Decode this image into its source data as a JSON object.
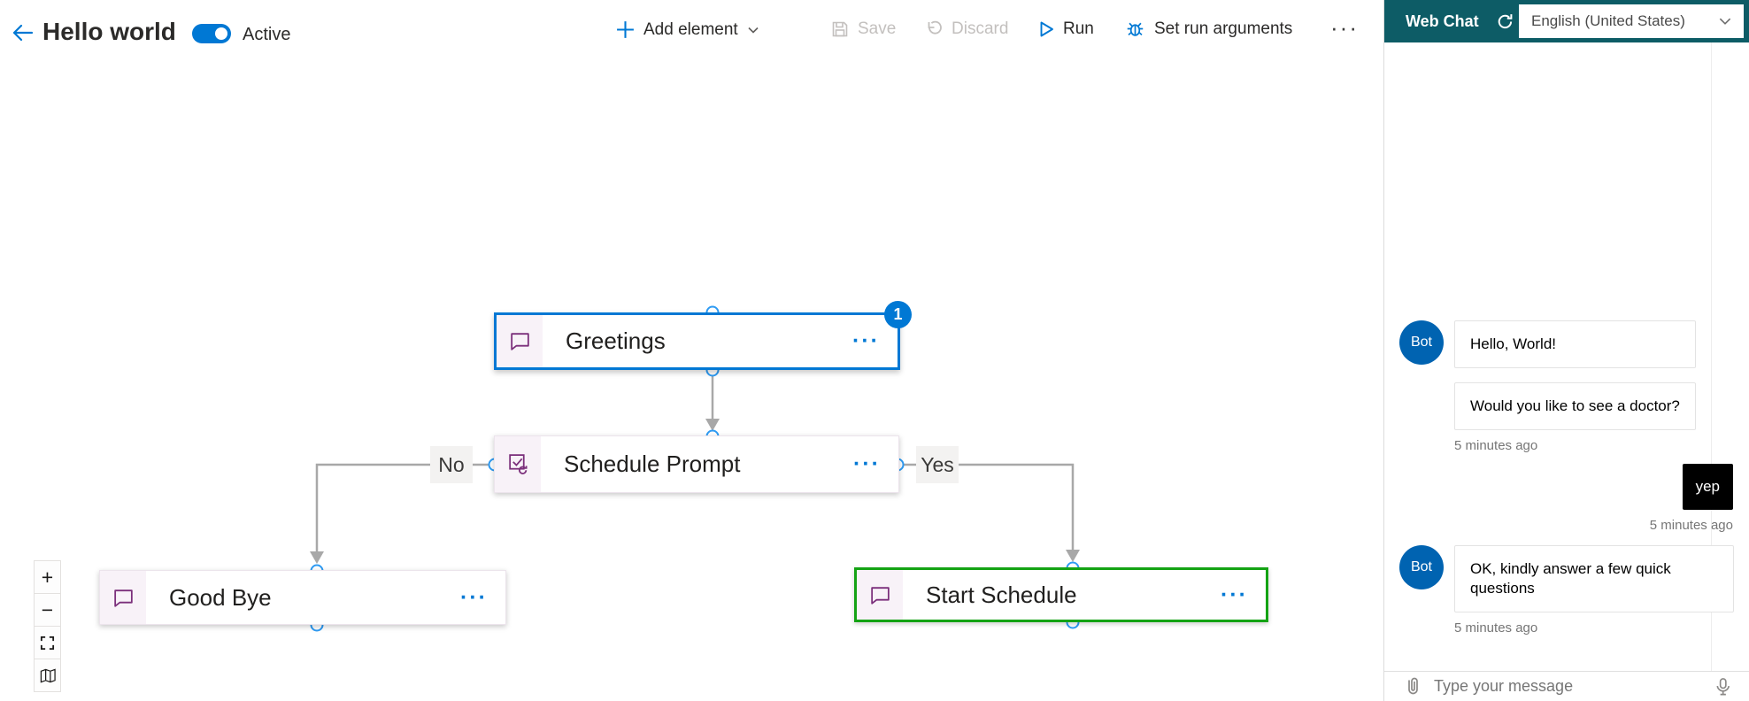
{
  "header": {
    "title": "Hello world",
    "status_label": "Active",
    "toolbar": {
      "add_element": "Add element",
      "save": "Save",
      "discard": "Discard",
      "run": "Run",
      "set_run_arguments": "Set run arguments",
      "more": "···"
    }
  },
  "canvas": {
    "nodes": [
      {
        "label": "Greetings",
        "state": "selected",
        "icon": "message-icon"
      },
      {
        "label": "Schedule Prompt",
        "state": "default",
        "icon": "prompt-icon"
      },
      {
        "label": "Good Bye",
        "state": "default",
        "icon": "message-icon"
      },
      {
        "label": "Start Schedule",
        "state": "active",
        "icon": "message-icon"
      }
    ],
    "badge": "1",
    "branch_no": "No",
    "branch_yes": "Yes",
    "node_menu": "···"
  },
  "zoom_controls": {
    "zoom_in": "+",
    "zoom_out": "−",
    "fit_icon": "fit-screen-icon",
    "map_icon": "minimap-icon"
  },
  "webchat": {
    "title": "Web Chat",
    "refresh_icon": "refresh-icon",
    "language": "English (United States)",
    "messages": [
      {
        "from": "bot",
        "avatar": "Bot",
        "texts": [
          "Hello, World!",
          "Would you like to see a doctor?"
        ],
        "timestamp": "5 minutes ago"
      },
      {
        "from": "user",
        "text": "yep",
        "timestamp": "5 minutes ago"
      },
      {
        "from": "bot",
        "avatar": "Bot",
        "texts": [
          "OK, kindly answer a few quick questions"
        ],
        "timestamp": "5 minutes ago"
      }
    ],
    "input": {
      "placeholder": "Type your message",
      "attach_icon": "paperclip-icon",
      "mic_icon": "microphone-icon"
    }
  },
  "colors": {
    "accent": "#0078d4",
    "selected_border": "#0078d4",
    "active_border": "#14a314",
    "port": "#2e9bf3",
    "connector": "#a8a8a8",
    "icon_purple": "#7b2f7b",
    "icon_bg": "#f8f2f8",
    "webchat_header": "#0d5c66",
    "bot_avatar": "#0063b1",
    "user_bubble": "#000000",
    "timestamp": "#767676"
  }
}
